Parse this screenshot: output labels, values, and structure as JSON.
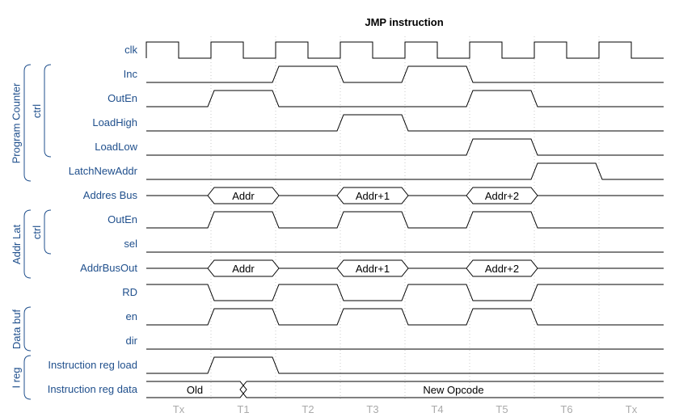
{
  "title": "JMP instruction",
  "cycle_labels": [
    "Tx",
    "T1",
    "T2",
    "T3",
    "T4",
    "T5",
    "T6",
    "Tx"
  ],
  "signals": [
    {
      "name": "clk",
      "type": "clock"
    },
    {
      "name": "Inc",
      "type": "bit",
      "levels": [
        "0",
        "0",
        "1",
        "0",
        "1",
        "0",
        "0",
        "0"
      ]
    },
    {
      "name": "OutEn",
      "type": "bit",
      "levels": [
        "0",
        "1",
        "0",
        "0",
        "0",
        "1",
        "0",
        "0"
      ]
    },
    {
      "name": "LoadHigh",
      "type": "bit",
      "levels": [
        "0",
        "0",
        "0",
        "1",
        "0",
        "0",
        "0",
        "0"
      ]
    },
    {
      "name": "LoadLow",
      "type": "bit",
      "levels": [
        "0",
        "0",
        "0",
        "0",
        "0",
        "1",
        "0",
        "0"
      ]
    },
    {
      "name": "LatchNewAddr",
      "type": "bit",
      "levels": [
        "0",
        "0",
        "0",
        "0",
        "0",
        "0",
        "1",
        "0"
      ]
    },
    {
      "name": "Addres Bus",
      "type": "bus",
      "segments": [
        {
          "from": 0,
          "to": 1,
          "label": ""
        },
        {
          "from": 1,
          "to": 2,
          "label": "Addr"
        },
        {
          "from": 2,
          "to": 3,
          "label": ""
        },
        {
          "from": 3,
          "to": 4,
          "label": "Addr+1"
        },
        {
          "from": 4,
          "to": 5,
          "label": ""
        },
        {
          "from": 5,
          "to": 6,
          "label": "Addr+2"
        },
        {
          "from": 6,
          "to": 8,
          "label": ""
        }
      ]
    },
    {
      "name": "OutEn",
      "type": "bit",
      "levels": [
        "0",
        "1",
        "0",
        "1",
        "0",
        "1",
        "0",
        "0"
      ]
    },
    {
      "name": "sel",
      "type": "bit",
      "levels": [
        "0",
        "0",
        "0",
        "0",
        "0",
        "0",
        "0",
        "0"
      ]
    },
    {
      "name": "AddrBusOut",
      "type": "bus",
      "segments": [
        {
          "from": 0,
          "to": 1,
          "label": ""
        },
        {
          "from": 1,
          "to": 2,
          "label": "Addr"
        },
        {
          "from": 2,
          "to": 3,
          "label": ""
        },
        {
          "from": 3,
          "to": 4,
          "label": "Addr+1"
        },
        {
          "from": 4,
          "to": 5,
          "label": ""
        },
        {
          "from": 5,
          "to": 6,
          "label": "Addr+2"
        },
        {
          "from": 6,
          "to": 8,
          "label": ""
        }
      ]
    },
    {
      "name": "RD",
      "type": "bit",
      "levels": [
        "1",
        "0",
        "1",
        "0",
        "1",
        "0",
        "1",
        "1"
      ]
    },
    {
      "name": "en",
      "type": "bit",
      "levels": [
        "0",
        "1",
        "0",
        "1",
        "0",
        "1",
        "0",
        "0"
      ]
    },
    {
      "name": "dir",
      "type": "bit",
      "levels": [
        "0",
        "0",
        "0",
        "0",
        "0",
        "0",
        "0",
        "0"
      ]
    },
    {
      "name": "Instruction reg load",
      "type": "bit",
      "levels": [
        "0",
        "1",
        "0",
        "0",
        "0",
        "0",
        "0",
        "0"
      ]
    },
    {
      "name": "Instruction reg data",
      "type": "data",
      "segments": [
        {
          "from": 0,
          "to": 1.5,
          "label": "Old"
        },
        {
          "from": 1.5,
          "to": 8,
          "label": "New Opcode"
        }
      ]
    }
  ],
  "groups": [
    {
      "label": "Program Counter",
      "from": 1,
      "to": 5
    },
    {
      "label": "Addr Lat",
      "from": 7,
      "to": 9
    },
    {
      "label": "Data buf",
      "from": 11,
      "to": 12
    },
    {
      "label": "I reg",
      "from": 13,
      "to": 14
    }
  ],
  "subgroups": [
    {
      "label": "ctrl",
      "from": 1,
      "to": 4
    },
    {
      "label": "ctrl",
      "from": 7,
      "to": 8
    }
  ]
}
